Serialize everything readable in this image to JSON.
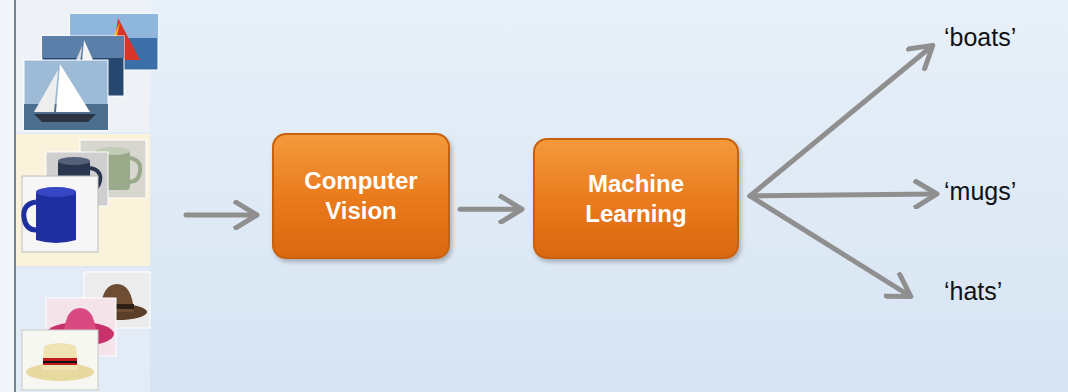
{
  "diagram": {
    "nodes": [
      {
        "text": [
          "Computer Vision"
        ]
      },
      {
        "text": [
          "Machine Learning"
        ]
      }
    ],
    "edges": [
      {
        "from": 0,
        "to": 1,
        "arrow": "to"
      }
    ],
    "labels": [
      "‘boats’",
      "‘mugs’",
      "‘hats’"
    ]
  }
}
